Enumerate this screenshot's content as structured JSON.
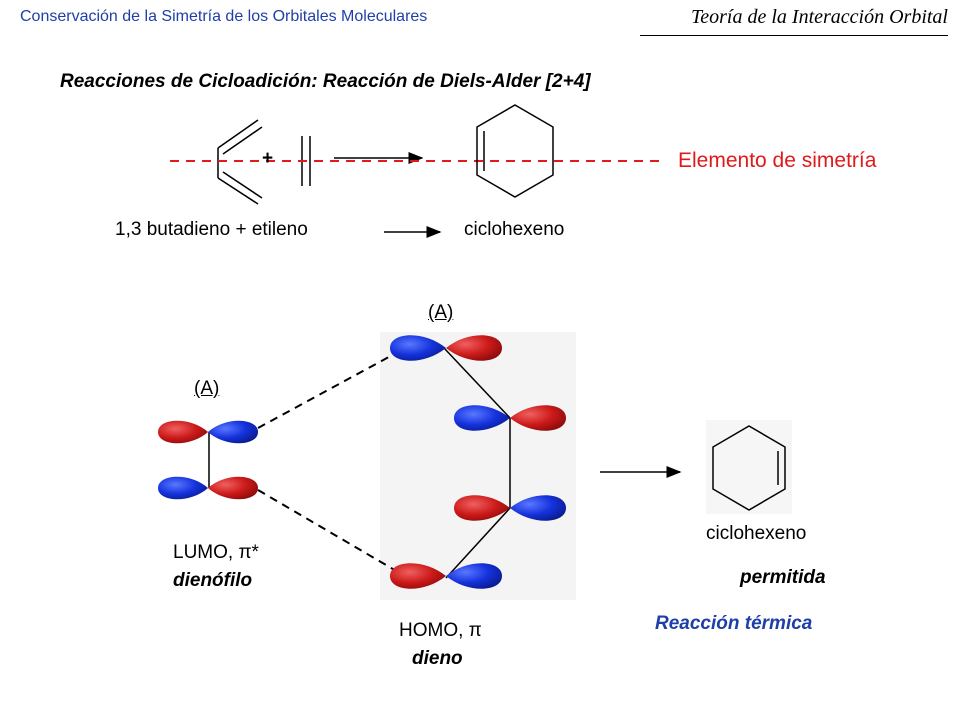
{
  "header": {
    "left": "Conservación de la Simetría de los Orbitales Moleculares",
    "right": "Teoría de la Interacción Orbital"
  },
  "title": "Reacciones de Cicloadición: Reacción de Diels-Alder [2+4]",
  "scheme": {
    "plus": "+",
    "symmetry_label": "Elemento de simetría",
    "reactants_label": "1,3 butadieno + etileno",
    "product_label": "ciclohexeno"
  },
  "orbitals": {
    "symmetry_left": "(A)",
    "symmetry_right": "(A)",
    "lumo_label": "LUMO, π*",
    "lumo_role": "dienófilo",
    "homo_label": "HOMO, π",
    "homo_role": "dieno",
    "product_label": "ciclohexeno",
    "outcome": "permitida",
    "reaction_type": "Reacción térmica"
  },
  "colors": {
    "lobe_red": "#c8141e",
    "lobe_blue": "#1432dc",
    "symmetry_line": "#e01a1a",
    "header_blue": "#1f3fa8"
  }
}
